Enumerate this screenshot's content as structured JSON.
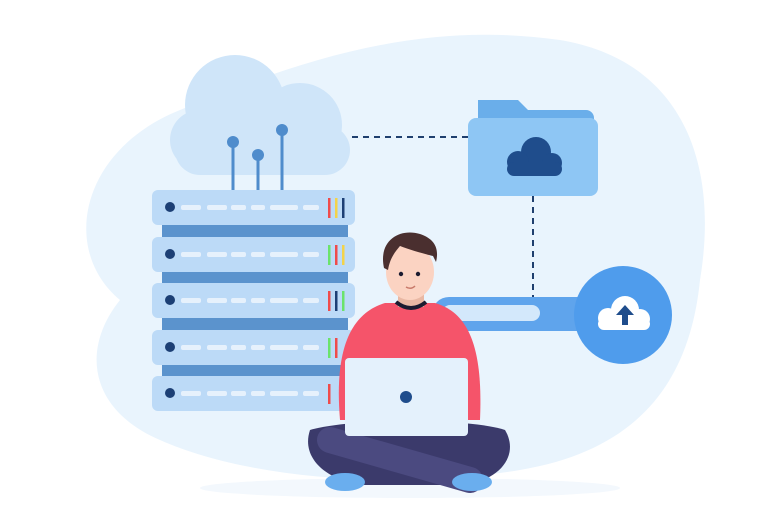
{
  "illustration": {
    "subject": "cloud-storage",
    "colors": {
      "background_blob": "#e9f4fd",
      "cloud_light": "#cfe5f9",
      "server_unit": "#bcdaf7",
      "server_connector": "#5b93cd",
      "server_led_dot": "#1c3f75",
      "folder_back": "#6aaeea",
      "folder_front": "#8ec6f4",
      "folder_cloud": "#1f4d8c",
      "upload_circle": "#4f9cec",
      "sweater": "#f5546a",
      "pants": "#3b3a6b",
      "socks": "#6aaeee",
      "hair": "#4a2f2f",
      "skin": "#fbd3c2",
      "laptop": "#e4f1fc",
      "led_red": "#ef4b4b",
      "led_yellow": "#f3d34a",
      "led_green": "#6be36b",
      "led_navy": "#1c3f75"
    },
    "server_led_sets": [
      [
        "led_red",
        "led_yellow",
        "led_navy"
      ],
      [
        "led_green",
        "led_red",
        "led_yellow"
      ],
      [
        "led_red",
        "led_navy",
        "led_green"
      ],
      [
        "led_green",
        "led_red"
      ],
      [
        "led_red"
      ]
    ]
  }
}
